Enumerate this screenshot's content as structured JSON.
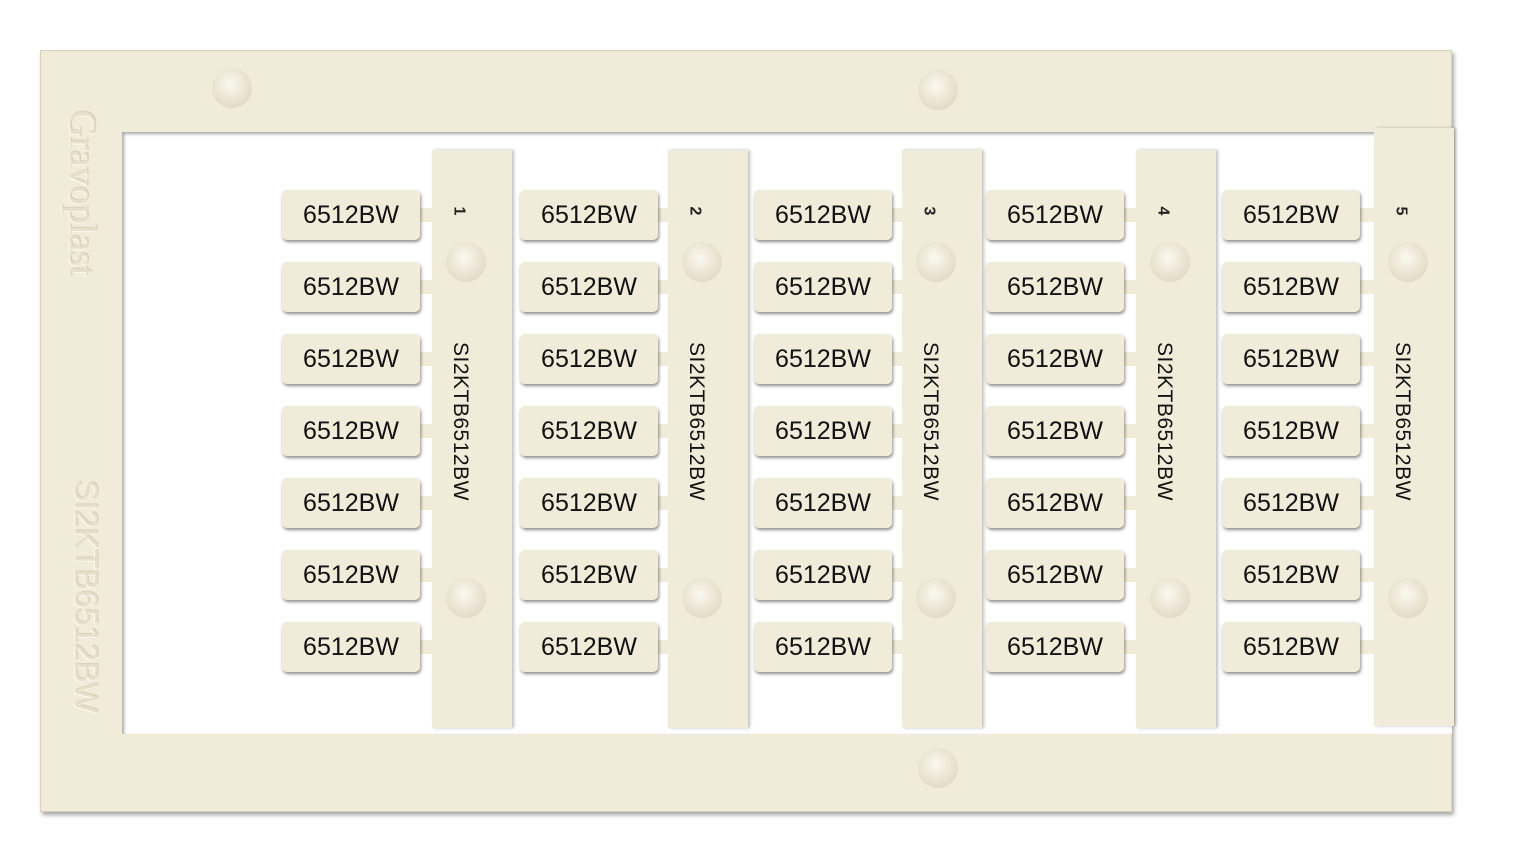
{
  "product": {
    "brand_emboss": "Gravoplast",
    "part_emboss": "SI2KTB6512BW",
    "frame_color": "#f1ecd9",
    "text_color": "#111111"
  },
  "strips": [
    {
      "number": "1",
      "code": "SI2KTB6512BW",
      "labels": [
        "6512BW",
        "6512BW",
        "6512BW",
        "6512BW",
        "6512BW",
        "6512BW",
        "6512BW"
      ]
    },
    {
      "number": "2",
      "code": "SI2KTB6512BW",
      "labels": [
        "6512BW",
        "6512BW",
        "6512BW",
        "6512BW",
        "6512BW",
        "6512BW",
        "6512BW"
      ]
    },
    {
      "number": "3",
      "code": "SI2KTB6512BW",
      "labels": [
        "6512BW",
        "6512BW",
        "6512BW",
        "6512BW",
        "6512BW",
        "6512BW",
        "6512BW"
      ]
    },
    {
      "number": "4",
      "code": "SI2KTB6512BW",
      "labels": [
        "6512BW",
        "6512BW",
        "6512BW",
        "6512BW",
        "6512BW",
        "6512BW",
        "6512BW"
      ]
    },
    {
      "number": "5",
      "code": "SI2KTB6512BW",
      "labels": [
        "6512BW",
        "6512BW",
        "6512BW",
        "6512BW",
        "6512BW",
        "6512BW",
        "6512BW"
      ]
    }
  ]
}
